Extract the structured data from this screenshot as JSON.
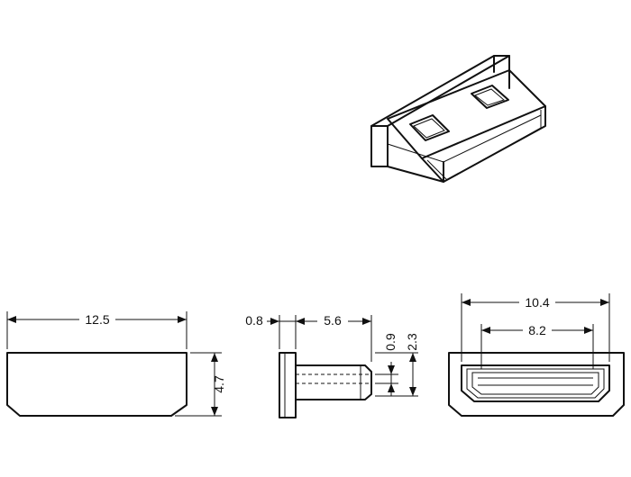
{
  "dimensions": {
    "front_width": "12.5",
    "front_height": "4.7",
    "side_flange": "0.8",
    "side_length": "5.6",
    "side_inner_height": "0.9",
    "side_outer_height": "2.3",
    "back_outer_width": "10.4",
    "back_inner_width": "8.2"
  }
}
